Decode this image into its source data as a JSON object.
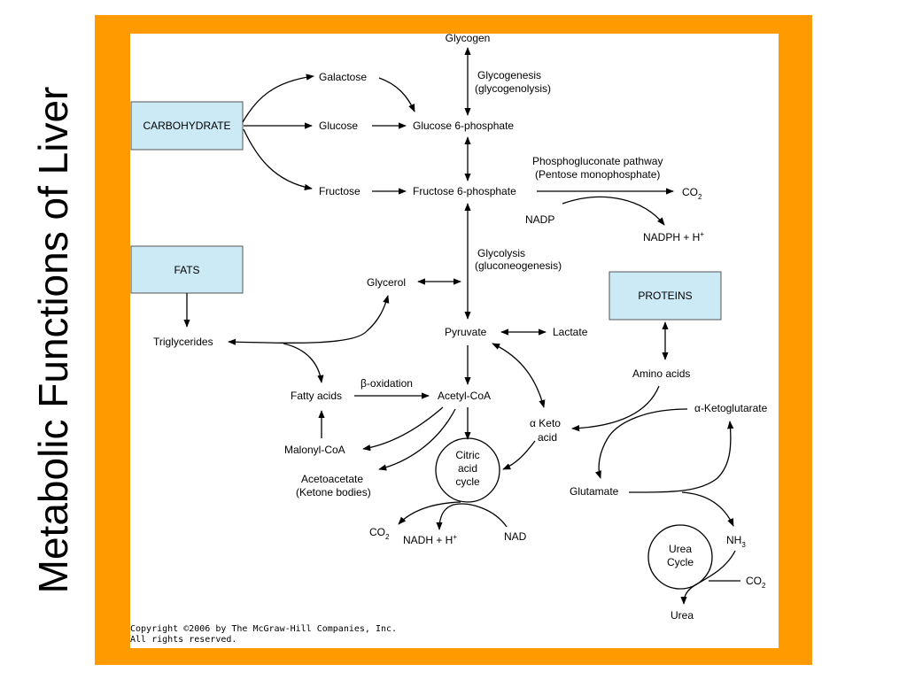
{
  "slide": {
    "title": "Metabolic Functions of Liver"
  },
  "boxes": {
    "carbohydrate": "CARBOHYDRATE",
    "fats": "FATS",
    "proteins": "PROTEINS"
  },
  "nodes": {
    "glycogen": "Glycogen",
    "glycogenesis": "Glycogenesis",
    "glycogenolysis": "(glycogenolysis)",
    "galactose": "Galactose",
    "glucose": "Glucose",
    "glucose6p": "Glucose 6-phosphate",
    "fructose": "Fructose",
    "fructose6p": "Fructose 6-phosphate",
    "phosphogluconate": "Phosphogluconate pathway",
    "pentose": "(Pentose monophosphate)",
    "co2_top": "CO",
    "nadp": "NADP",
    "nadph": "NADPH + H",
    "glycolysis": "Glycolysis",
    "gluconeogenesis": "(gluconeogenesis)",
    "glycerol": "Glycerol",
    "triglycerides": "Triglycerides",
    "pyruvate": "Pyruvate",
    "lactate": "Lactate",
    "fatty_acids": "Fatty acids",
    "beta_oxidation": "β-oxidation",
    "acetyl_coa": "Acetyl-CoA",
    "alpha_keto_acid_1": "α Keto",
    "alpha_keto_acid_2": "acid",
    "malonyl_coa": "Malonyl-CoA",
    "citric_1": "Citric",
    "citric_2": "acid",
    "citric_3": "cycle",
    "acetoacetate": "Acetoacetate",
    "ketone_bodies": "(Ketone bodies)",
    "co2_bottom": "CO",
    "nadh": "NADH + H",
    "nad": "NAD",
    "amino_acids": "Amino acids",
    "alpha_ketoglutarate": "α-Ketoglutarate",
    "glutamate": "Glutamate",
    "nh3": "NH",
    "urea_cycle_1": "Urea",
    "urea_cycle_2": "Cycle",
    "co2_urea": "CO",
    "urea": "Urea"
  },
  "sub": {
    "two": "2",
    "three": "3",
    "plus": "+"
  },
  "copyright": {
    "line1": "Copyright ©2006 by The McGraw-Hill Companies, Inc.",
    "line2": "All rights reserved."
  }
}
